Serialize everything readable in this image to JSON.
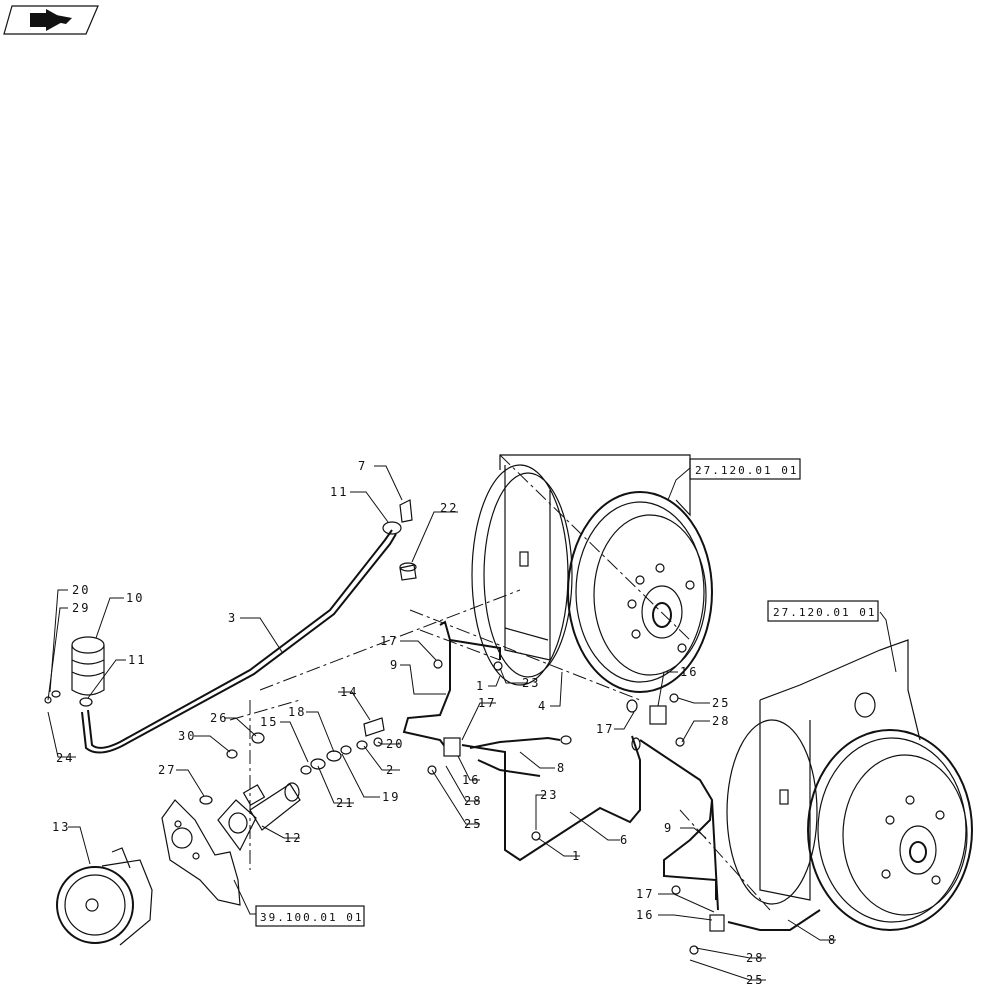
{
  "header": {
    "icon": "book-arrow-icon"
  },
  "references": [
    "27.120.01 01",
    "27.120.01 01",
    "39.100.01 01"
  ],
  "callouts": [
    "7",
    "11",
    "22",
    "20",
    "29",
    "10",
    "11",
    "3",
    "24",
    "17",
    "9",
    "23",
    "1",
    "4",
    "16",
    "25",
    "28",
    "14",
    "18",
    "15",
    "26",
    "30",
    "20",
    "2",
    "27",
    "19",
    "21",
    "12",
    "17",
    "16",
    "8",
    "28",
    "25",
    "23",
    "6",
    "1",
    "13",
    "17",
    "9",
    "17",
    "16",
    "8",
    "28",
    "25"
  ]
}
